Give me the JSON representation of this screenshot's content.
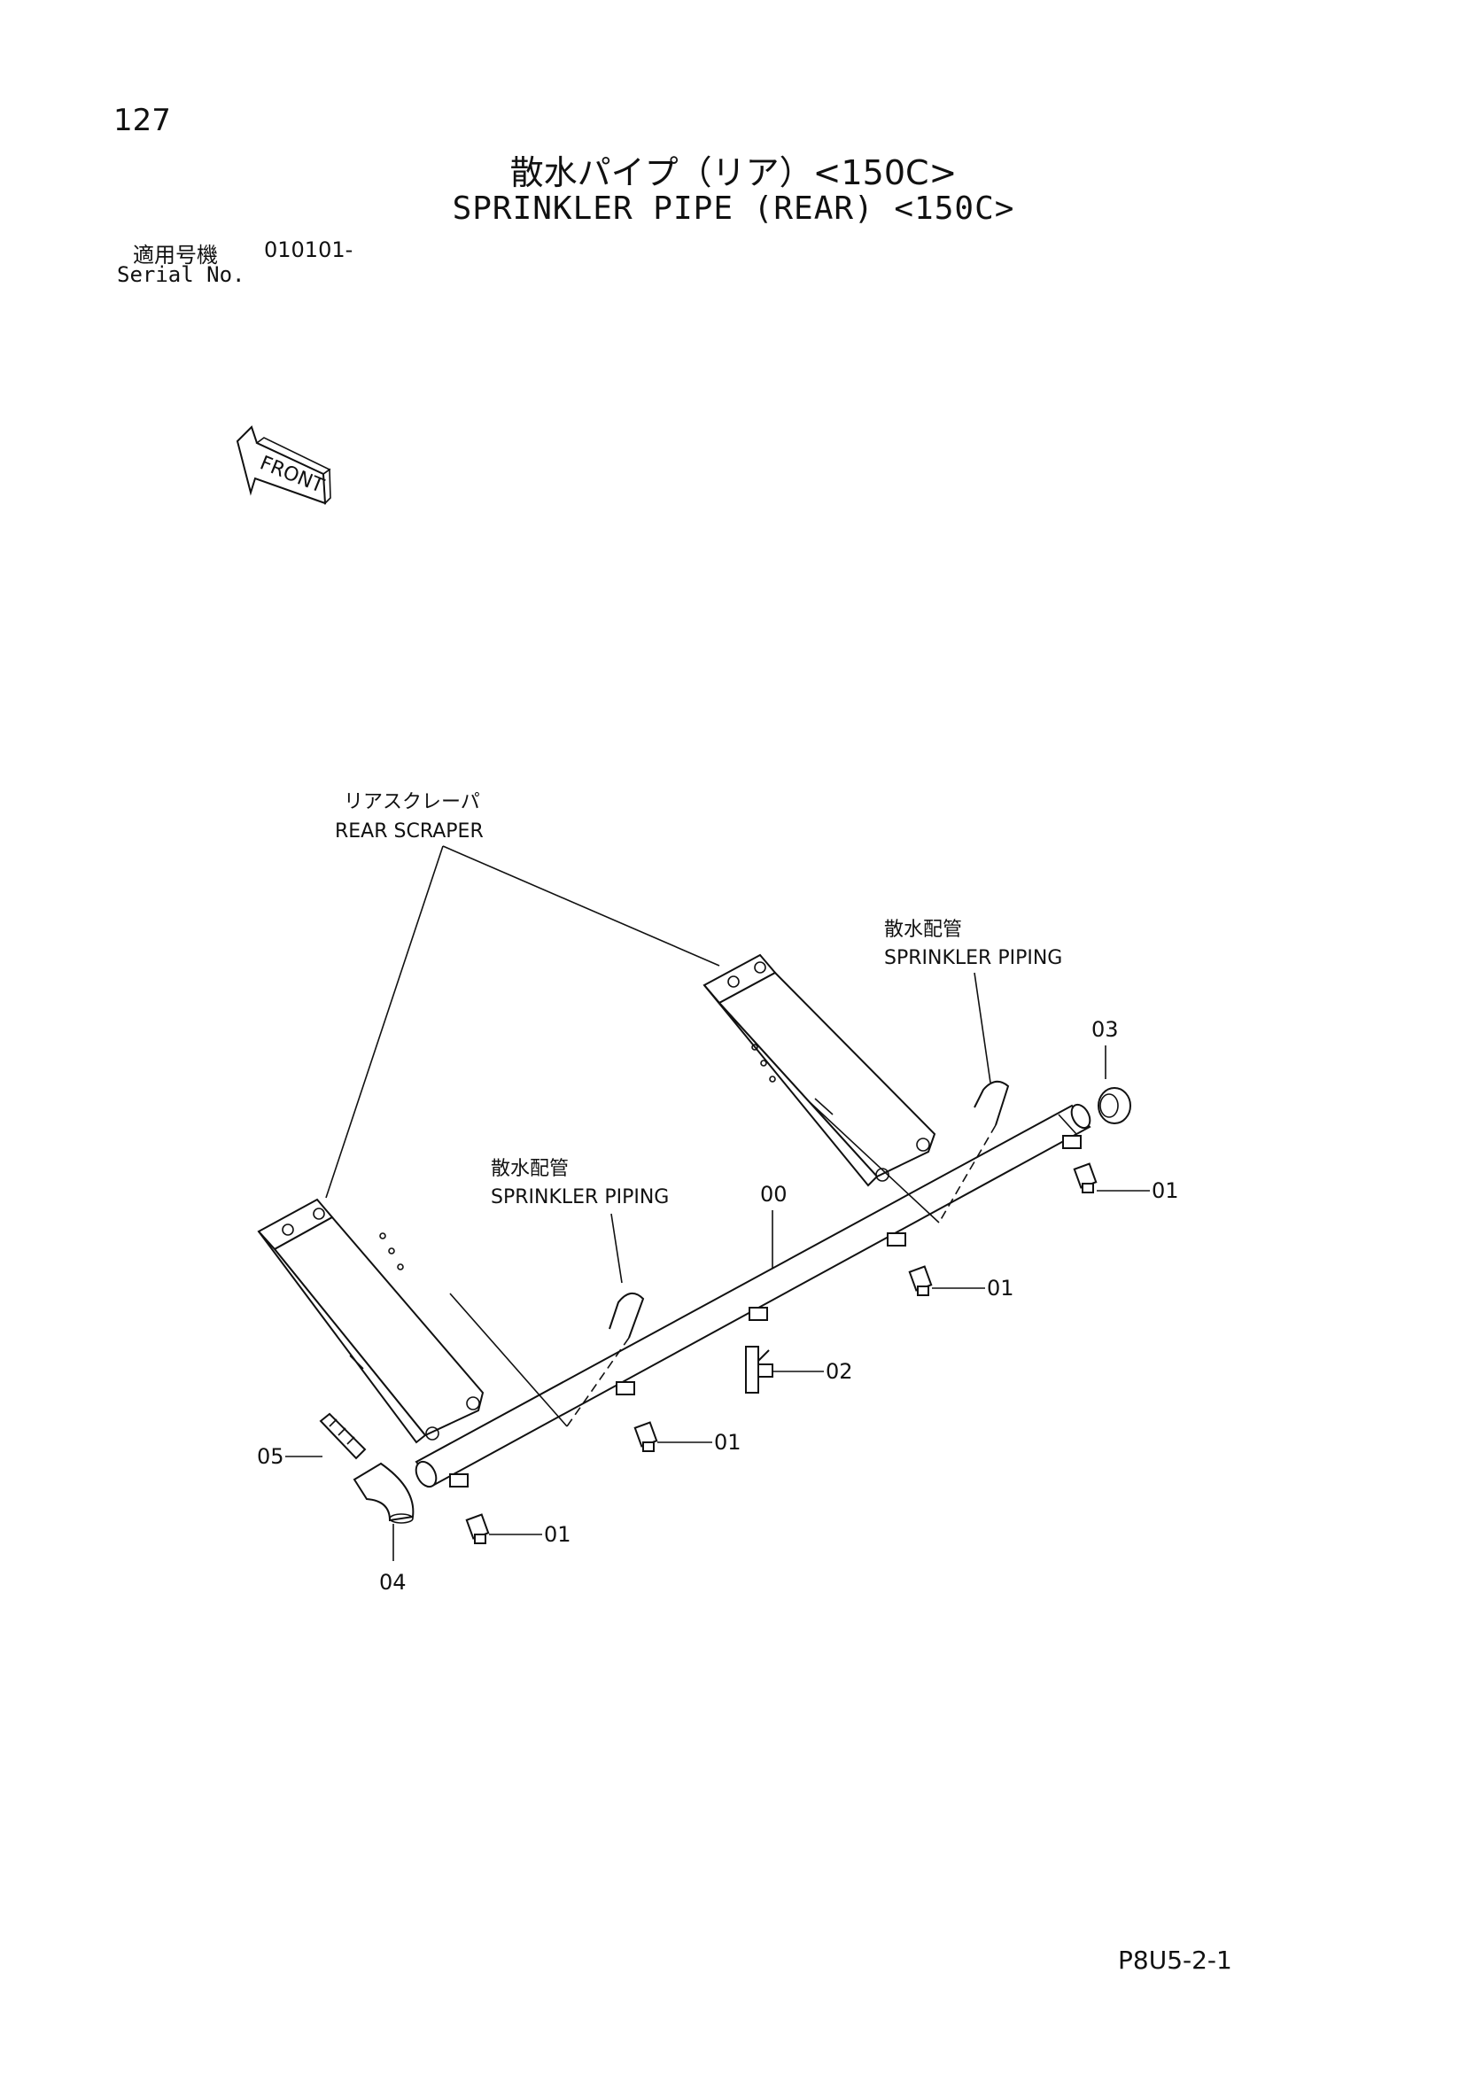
{
  "page": {
    "number": "127",
    "title_jp": "散水パイプ（リア）<150C>",
    "title_en": "SPRINKLER PIPE (REAR) <150C>",
    "serial_label_jp": "適用号機",
    "serial_value": "010101-",
    "serial_label_en": "Serial No.",
    "document_code": "P8U5-2-1"
  },
  "diagram": {
    "front_arrow_label": "FRONT",
    "labels": {
      "rear_scraper_jp": "リアスクレーパ",
      "rear_scraper_en": "REAR SCRAPER",
      "piping_right_jp": "散水配管",
      "piping_right_en": "SPRINKLER PIPING",
      "piping_left_jp": "散水配管",
      "piping_left_en": "SPRINKLER PIPING"
    },
    "callouts": {
      "pipe": "00",
      "nipple_1": "01",
      "nipple_2": "01",
      "nipple_3": "01",
      "nipple_4": "01",
      "valve": "02",
      "cap": "03",
      "elbow": "04",
      "adapter": "05"
    }
  }
}
